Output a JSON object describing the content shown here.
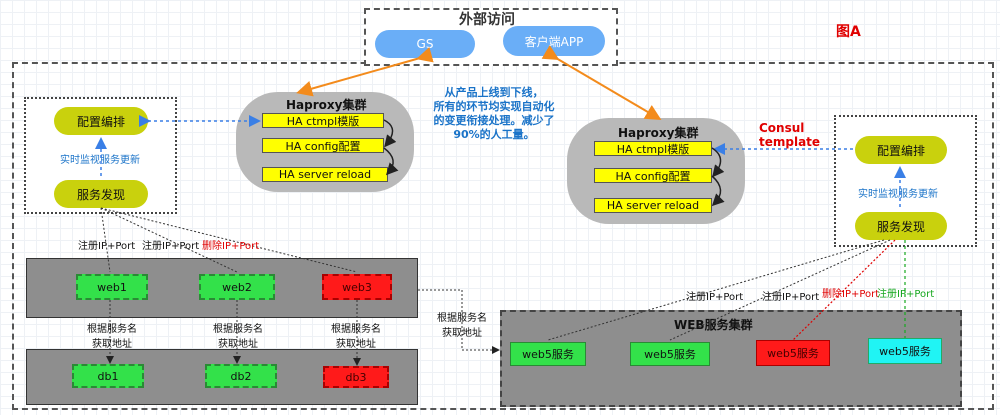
{
  "external": {
    "title": "外部访问",
    "gs": "GS",
    "client": "客户端APP"
  },
  "figure_label": "图A",
  "left_ctrl": {
    "config": "配置编排",
    "monitor": "实时监视服务更新",
    "discovery": "服务发现"
  },
  "right_ctrl": {
    "config": "配置编排",
    "monitor": "实时监视服务更新",
    "discovery": "服务发现",
    "consul_line1": "Consul",
    "consul_line2": "template"
  },
  "left_haproxy": {
    "title": "Haproxy集群",
    "items": [
      "HA ctmpl模版",
      "HA config配置",
      "HA server reload"
    ]
  },
  "right_haproxy": {
    "title": "Haproxy集群",
    "items": [
      "HA ctmpl模版",
      "HA config配置",
      "HA server reload"
    ]
  },
  "note": {
    "line1": "从产品上线到下线，",
    "line2": "所有的环节均实现自动化",
    "line3": "的变更衔接处理。减少了",
    "line4": "90%的人工量。"
  },
  "web_row": [
    "web1",
    "web2",
    "web3"
  ],
  "db_row": [
    "db1",
    "db2",
    "db3"
  ],
  "labels": {
    "register": "注册IP+Port",
    "delete": "删除IP+Port",
    "lookup_line1": "根据服务名",
    "lookup_line2": "获取地址"
  },
  "web_cluster": {
    "title": "WEB服务集群",
    "items": [
      "web5服务",
      "web5服务",
      "web5服务",
      "web5服务"
    ]
  },
  "colors": {
    "orange": "#f38b1c",
    "blue": "#3a7fe6",
    "red": "#e00000",
    "green": "#17a81f",
    "note": "#1a73c8"
  }
}
